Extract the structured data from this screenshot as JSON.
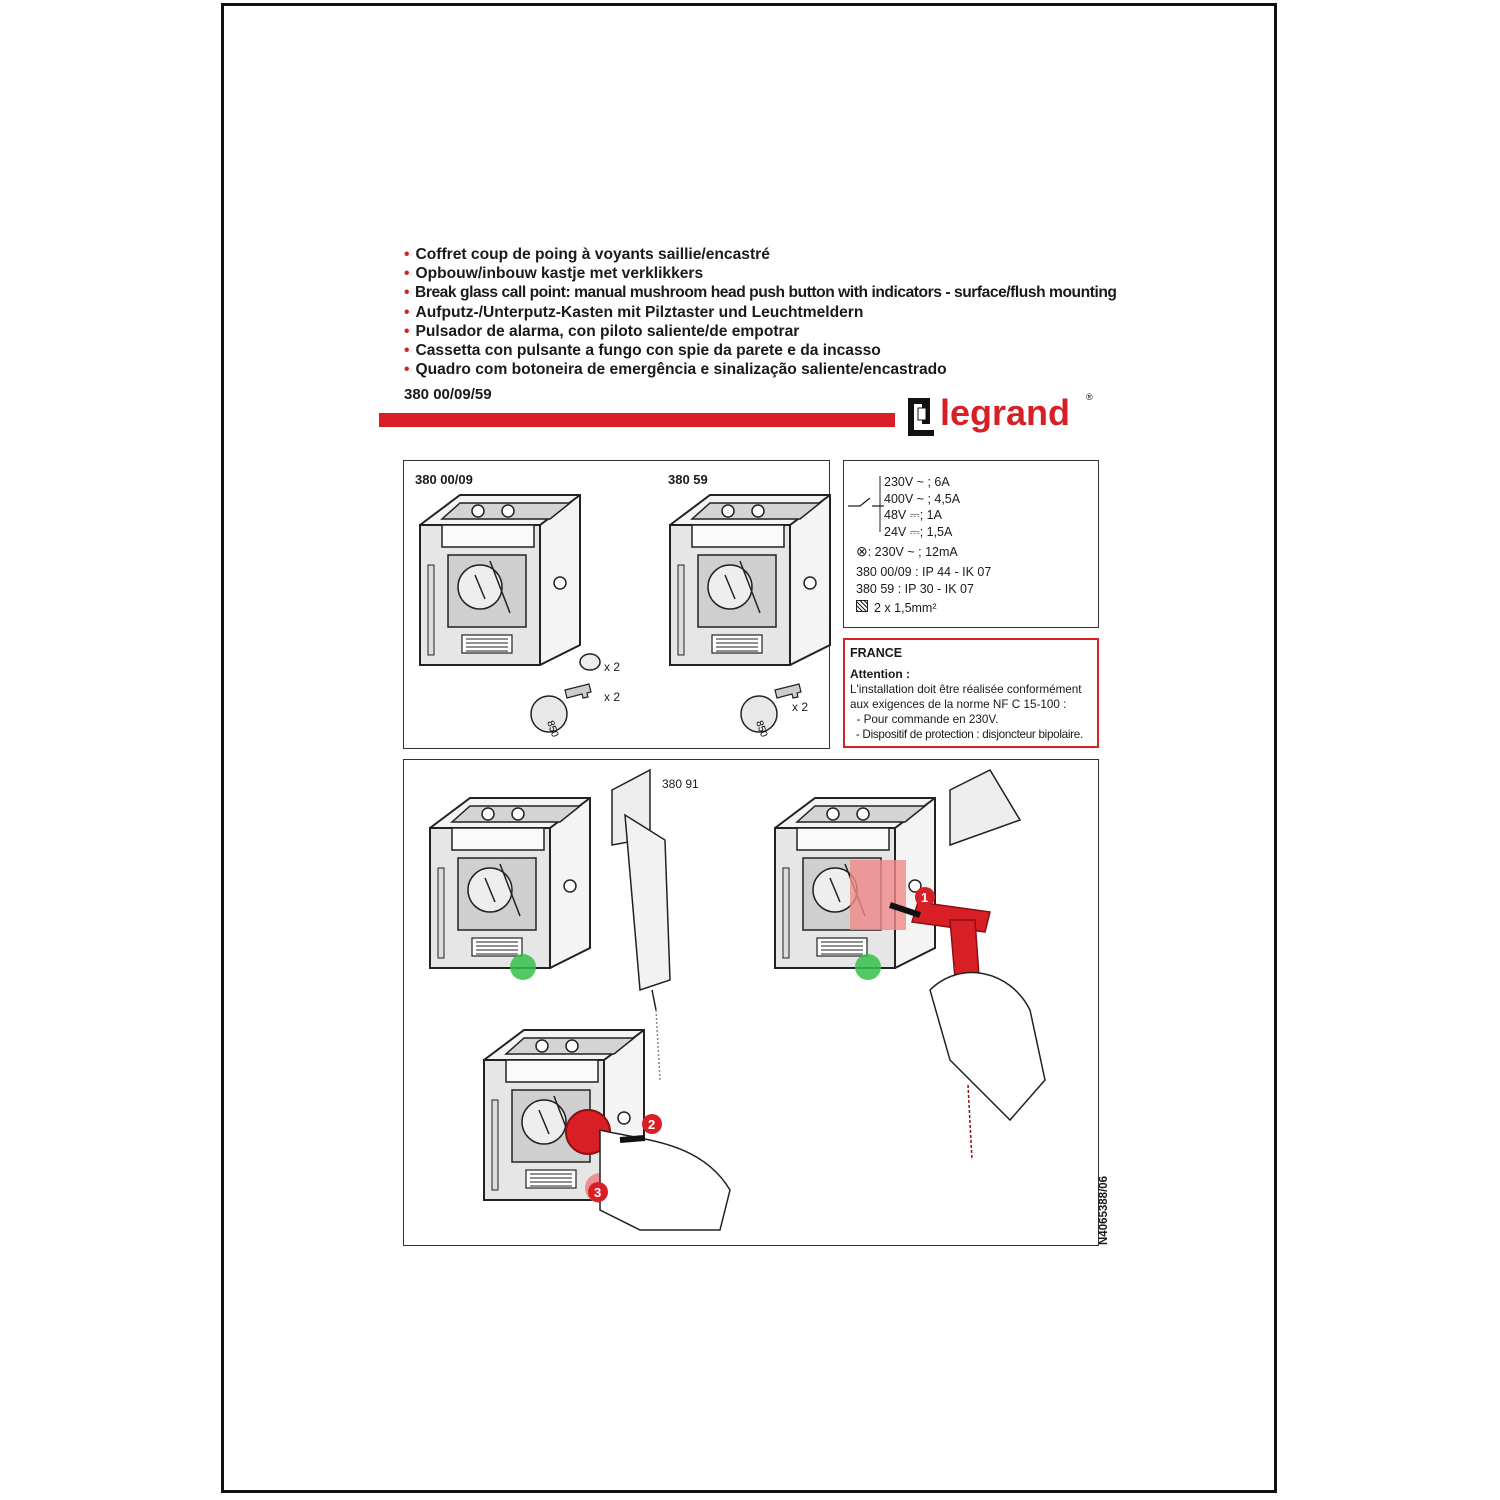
{
  "header": {
    "titles": [
      "Coffret coup de poing à voyants saillie/encastré",
      "Opbouw/inbouw kastje met verklikkers",
      "Break glass call point: manual mushroom head push button with indicators - surface/flush mounting",
      "Aufputz-/Unterputz-Kasten mit Pilztaster und Leuchtmeldern",
      "Pulsador de alarma, con piloto saliente/de empotrar",
      "Cassetta con pulsante a fungo con spie da parete e da incasso",
      "Quadro com botoneira de emergência e sinalização saliente/encastrado"
    ],
    "reference": "380 00/09/59",
    "brand": "legrand",
    "brand_mark": "®"
  },
  "products": {
    "left_ref": "380 00/09",
    "right_ref": "380 59",
    "left_qty_a": "x 2",
    "left_qty_b": "x 2",
    "right_qty": "x 2",
    "key_number": "850"
  },
  "specs": {
    "contact_1": "230V ~ ; 6A",
    "contact_2": "400V ~ ; 4,5A",
    "contact_3": "48V ⎓; 1A",
    "contact_4": "24V ⎓; 1,5A",
    "lamp": ": 230V ~ ; 12mA",
    "ip_1": "380 00/09 : IP 44 - IK 07",
    "ip_2": "380 59 : IP 30 - IK 07",
    "wiring": "2 x 1,5mm²"
  },
  "france": {
    "title": "FRANCE",
    "attention": "Attention :",
    "lines": [
      "L'installation doit être réalisée conformément",
      "aux exigences de la norme NF C 15-100 :",
      "  - Pour commande en 230V.",
      "  - Dispositif de protection : disjoncteur bipolaire."
    ]
  },
  "steps": {
    "accessory_ref": "380 91",
    "step1": "1",
    "step2": "2",
    "step3": "3"
  },
  "doc_number": "N4065388/06",
  "colors": {
    "accent_red": "#d81f26",
    "indicator_green": "#35c04a",
    "frame": "#111111"
  }
}
